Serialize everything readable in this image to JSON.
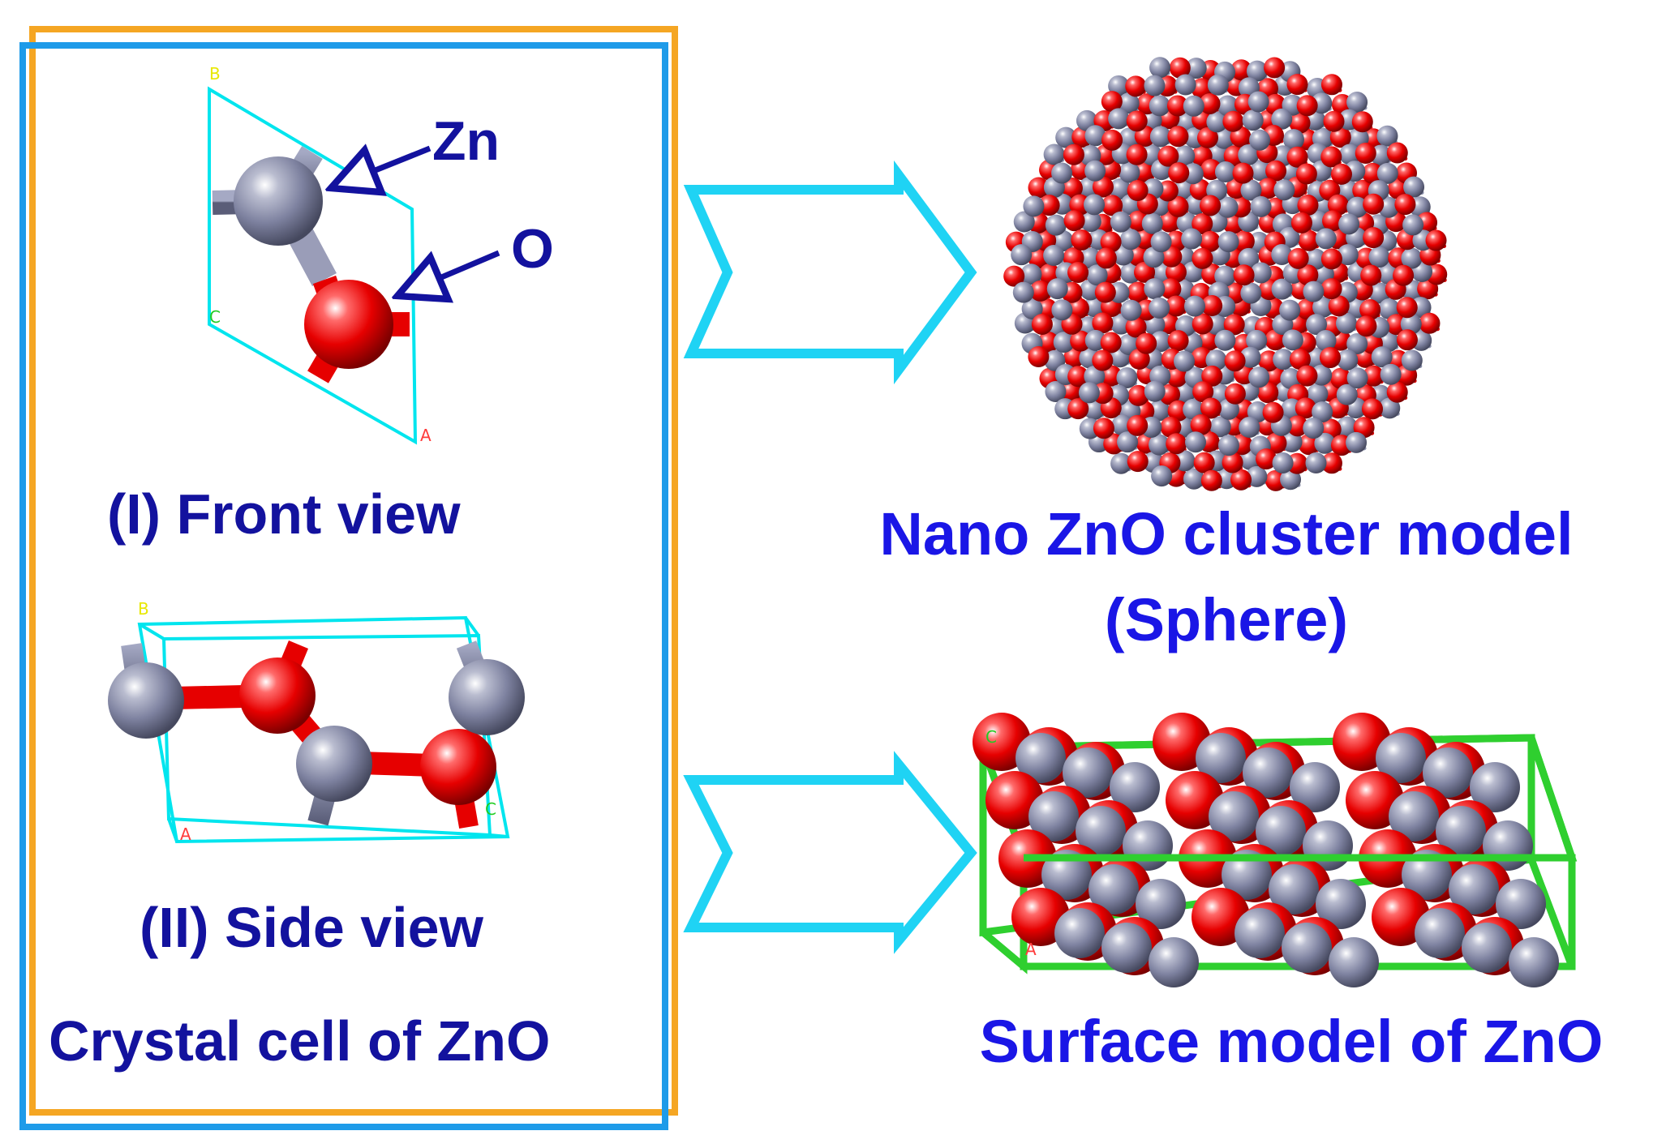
{
  "left_panel": {
    "atom_zn_label": "Zn",
    "atom_o_label": "O",
    "front_view_label": "(I) Front view",
    "side_view_label": "(II) Side view",
    "title": "Crystal cell of ZnO",
    "front_axes": {
      "a": "A",
      "b": "B",
      "c": "C"
    },
    "side_axes": {
      "a": "A",
      "b": "B",
      "c": "C"
    }
  },
  "right_panel": {
    "cluster_title": "Nano ZnO cluster model",
    "cluster_subtitle": "(Sphere)",
    "surface_title": "Surface model of ZnO",
    "surface_axes": {
      "a": "A",
      "c": "C"
    }
  },
  "colors": {
    "text_dark_blue": "#13129e",
    "text_blue": "#1a16e6",
    "frame_orange": "#f5a623",
    "frame_blue": "#1e9be9",
    "cell_cyan": "#00e5ee",
    "arrow_cyan": "#1fd3f4",
    "surface_green": "#2fcf2f",
    "zinc_gray": "#7e82a0",
    "oxygen_red": "#e60000"
  }
}
